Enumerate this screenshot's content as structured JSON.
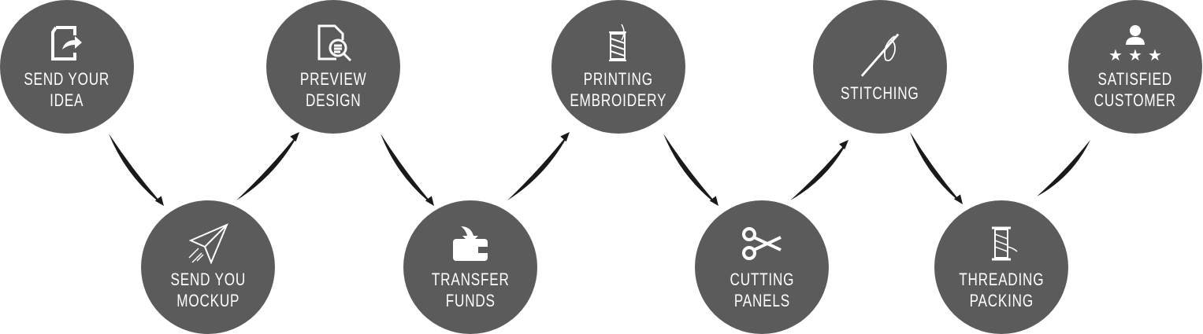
{
  "colors": {
    "circle": "#5b5b5b",
    "arrow": "#1a1a1a",
    "text": "#ffffff"
  },
  "steps": [
    {
      "icon": "file-share-icon",
      "line1": "SEND YOUR",
      "line2": "IDEA"
    },
    {
      "icon": "paper-plane-icon",
      "line1": "SEND YOU",
      "line2": "MOCKUP"
    },
    {
      "icon": "document-search-icon",
      "line1": "PREVIEW",
      "line2": "DESIGN"
    },
    {
      "icon": "wallet-icon",
      "line1": "TRANSFER",
      "line2": "FUNDS"
    },
    {
      "icon": "thread-needle-icon",
      "line1": "PRINTING",
      "line2": "EMBROIDERY"
    },
    {
      "icon": "scissors-icon",
      "line1": "CUTTING",
      "line2": "PANELS"
    },
    {
      "icon": "needle-icon",
      "line1": "STITCHING",
      "line2": ""
    },
    {
      "icon": "spool-icon",
      "line1": "THREADING",
      "line2": "PACKING"
    },
    {
      "icon": "customer-rating-icon",
      "line1": "SATISFIED",
      "line2": "CUSTOMER"
    }
  ]
}
